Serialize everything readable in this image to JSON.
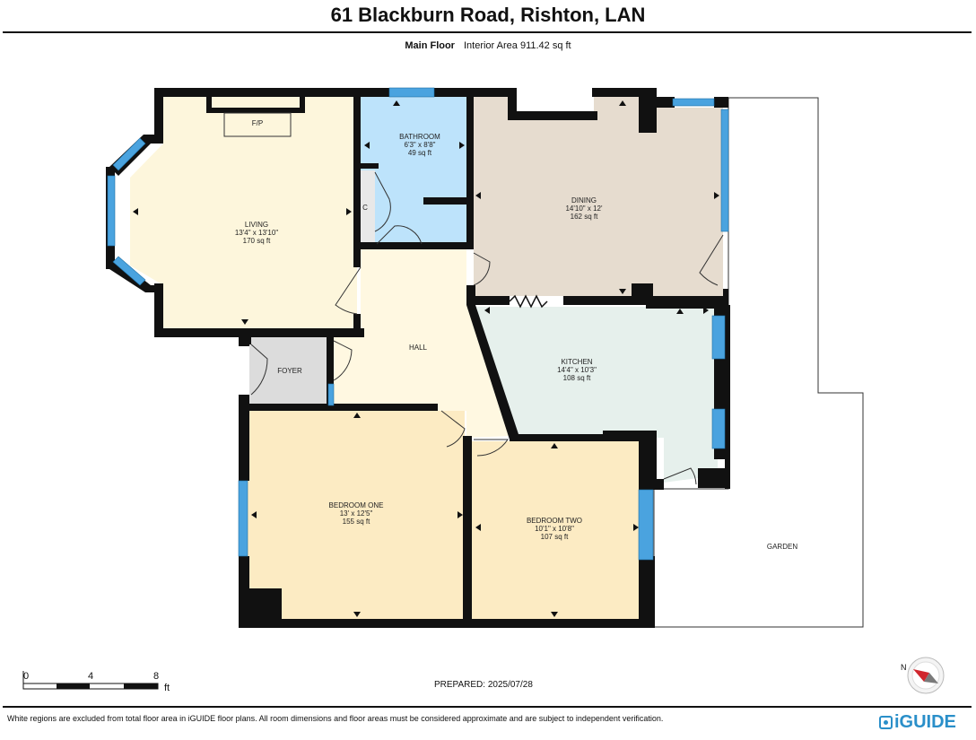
{
  "header": {
    "title": "61 Blackburn Road, Rishton, LAN",
    "floor_name": "Main Floor",
    "interior_area": "Interior Area 911.42 sq ft"
  },
  "rooms": {
    "living": {
      "name": "LIVING",
      "dims": "13'4\" x 13'10\"",
      "area": "170 sq ft"
    },
    "bathroom": {
      "name": "BATHROOM",
      "dims": "6'3\" x 8'8\"",
      "area": "49 sq ft"
    },
    "dining": {
      "name": "DINING",
      "dims": "14'10\" x 12'",
      "area": "162 sq ft"
    },
    "kitchen": {
      "name": "KITCHEN",
      "dims": "14'4\" x 10'3\"",
      "area": "108 sq ft"
    },
    "bedroom_one": {
      "name": "BEDROOM ONE",
      "dims": "13' x 12'5\"",
      "area": "155 sq ft"
    },
    "bedroom_two": {
      "name": "BEDROOM TWO",
      "dims": "10'1\" x 10'8\"",
      "area": "107 sq ft"
    },
    "hall": {
      "name": "HALL"
    },
    "foyer": {
      "name": "FOYER"
    },
    "garden": {
      "name": "GARDEN"
    },
    "closet": {
      "name": "C"
    },
    "fireplace": {
      "name": "F/P"
    }
  },
  "scale": {
    "ticks": [
      "0",
      "4",
      "8"
    ],
    "unit": "ft"
  },
  "prepared": "PREPARED: 2025/07/28",
  "footer": {
    "disclaimer": "White regions are excluded from total floor area in iGUIDE floor plans. All room dimensions and floor areas must be considered approximate and are subject to independent verification.",
    "brand": "iGUIDE"
  },
  "compass": {
    "north_label": "N",
    "icon": "compass-icon"
  },
  "colors": {
    "wall": "#111111",
    "window": "#4aa3df",
    "living": "#fdf6dc",
    "bathroom": "#bde3fb",
    "dining": "#e6dccf",
    "kitchen": "#e6f0ec",
    "bedroom": "#fcebc3",
    "hall": "#fff8e1",
    "foyer": "#dcdcdc",
    "brand": "#2a8fc9"
  }
}
